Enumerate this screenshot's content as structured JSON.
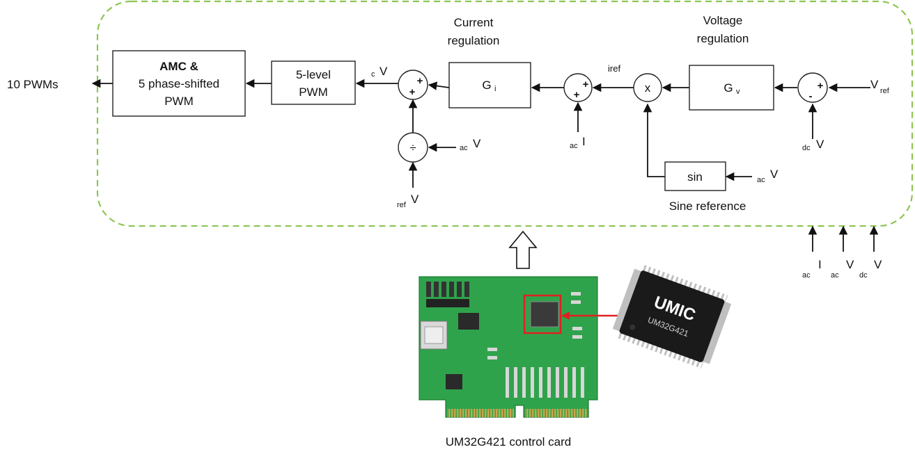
{
  "labels": {
    "output": "10 PWMs",
    "amc_line1": "AMC &",
    "amc_line2": "5 phase-shifted",
    "amc_line3": "PWM",
    "pwm_line1": "5-level",
    "pwm_line2": "PWM",
    "current_reg_line1": "Current",
    "current_reg_line2": "regulation",
    "voltage_reg_line1": "Voltage",
    "voltage_reg_line2": "regulation",
    "gi_main": "G",
    "gi_sub": "i",
    "gv_main": "G",
    "gv_sub": "v",
    "vc_main": "V",
    "vc_sub": "c",
    "iref_text": "iref",
    "vref_main": "V",
    "vref_sub": "ref",
    "vdc_main": "V",
    "vdc_sub": "dc",
    "vac_main": "V",
    "vac_sub": "ac",
    "iac_main": "I",
    "iac_sub": "ac",
    "sin_label": "sin",
    "sine_reference": "Sine reference",
    "mult_symbol": "x",
    "div_symbol": "÷",
    "plus": "+",
    "minus": "-",
    "card_caption": "UM32G421 control card",
    "chip_brand": "UMIC",
    "chip_part": "UM32G421"
  },
  "colors": {
    "frame_dash": "#8dc653",
    "pcb_green": "#2fa34b",
    "highlight_red": "#e02020",
    "chip_black": "#1a1a1a",
    "gold": "#c9a64a"
  },
  "icons": {
    "upload_arrow": "hollow-up-arrow-icon",
    "chip": "microcontroller-chip-icon",
    "board": "control-card-pcb-icon"
  }
}
